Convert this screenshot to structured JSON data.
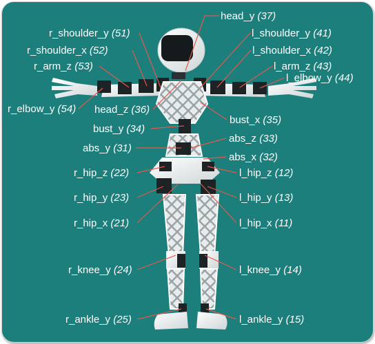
{
  "diagram": {
    "background_color": "#1c7f7c",
    "line_color": "#e05a4e",
    "text_color": "#ffffff",
    "joints": [
      {
        "key": "head_y",
        "name": "head_y",
        "id": "37"
      },
      {
        "key": "r_shoulder_y",
        "name": "r_shoulder_y",
        "id": "51"
      },
      {
        "key": "l_shoulder_y",
        "name": "l_shoulder_y",
        "id": "41"
      },
      {
        "key": "r_shoulder_x",
        "name": "r_shoulder_x",
        "id": "52"
      },
      {
        "key": "l_shoulder_x",
        "name": "l_shoulder_x",
        "id": "42"
      },
      {
        "key": "r_arm_z",
        "name": "r_arm_z",
        "id": "53"
      },
      {
        "key": "l_arm_z",
        "name": "l_arm_z",
        "id": "43"
      },
      {
        "key": "l_elbow_y",
        "name": "l_elbow_y",
        "id": "44"
      },
      {
        "key": "r_elbow_y",
        "name": "r_elbow_y",
        "id": "54"
      },
      {
        "key": "head_z",
        "name": "head_z",
        "id": "36"
      },
      {
        "key": "bust_x",
        "name": "bust_x",
        "id": "35"
      },
      {
        "key": "bust_y",
        "name": "bust_y",
        "id": "34"
      },
      {
        "key": "abs_z",
        "name": "abs_z",
        "id": "33"
      },
      {
        "key": "abs_y",
        "name": "abs_y",
        "id": "31"
      },
      {
        "key": "abs_x",
        "name": "abs_x",
        "id": "32"
      },
      {
        "key": "r_hip_z",
        "name": "r_hip_z",
        "id": "22"
      },
      {
        "key": "l_hip_z",
        "name": "l_hip_z",
        "id": "12"
      },
      {
        "key": "r_hip_y",
        "name": "r_hip_y",
        "id": "23"
      },
      {
        "key": "l_hip_y",
        "name": "l_hip_y",
        "id": "13"
      },
      {
        "key": "r_hip_x",
        "name": "r_hip_x",
        "id": "21"
      },
      {
        "key": "l_hip_x",
        "name": "l_hip_x",
        "id": "11"
      },
      {
        "key": "r_knee_y",
        "name": "r_knee_y",
        "id": "24"
      },
      {
        "key": "l_knee_y",
        "name": "l_knee_y",
        "id": "14"
      },
      {
        "key": "r_ankle_y",
        "name": "r_ankle_y",
        "id": "25"
      },
      {
        "key": "l_ankle_y",
        "name": "l_ankle_y",
        "id": "15"
      }
    ]
  }
}
